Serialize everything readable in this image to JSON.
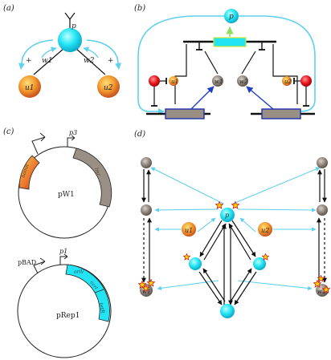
{
  "panels": {
    "a": {
      "letter": "(a)",
      "hub": "p",
      "edge_left": "w1",
      "edge_right": "w2",
      "node_left": "u1",
      "node_right": "u2",
      "sign_left": "+",
      "sign_right": "+"
    },
    "b": {
      "letter": "(b)",
      "hub": "p",
      "node_left": "w1",
      "node_right": "w2",
      "small_left": "u1",
      "small_right": "u2"
    },
    "c": {
      "letter": "(c)",
      "plasmid_top": "pW1",
      "plasmid_bottom": "pRep1",
      "promoter_p3": "p3",
      "promoter_p1": "p1",
      "promoter_pbad": "pBAD",
      "gene_bom": "bomR",
      "gene_lmr": "lmr",
      "gene_oriv": "oriV",
      "gene_ccr": "ccrl",
      "gene_tetr": "tetR"
    },
    "d": {
      "letter": "(d)",
      "top_hub": "p",
      "left_input": "u1",
      "right_input": "u2",
      "left_bottom": "w1",
      "right_bottom": "w2"
    }
  },
  "colors": {
    "cyan": "#22e4f2",
    "cyan_line": "#5fd0ee",
    "orange": "#f09030",
    "red": "#e8141c",
    "gray": "#8c8279",
    "gene_gray": "#9a8f84",
    "blue": "#2040c0",
    "star": "#ffd400",
    "star_stroke": "#d01818"
  }
}
